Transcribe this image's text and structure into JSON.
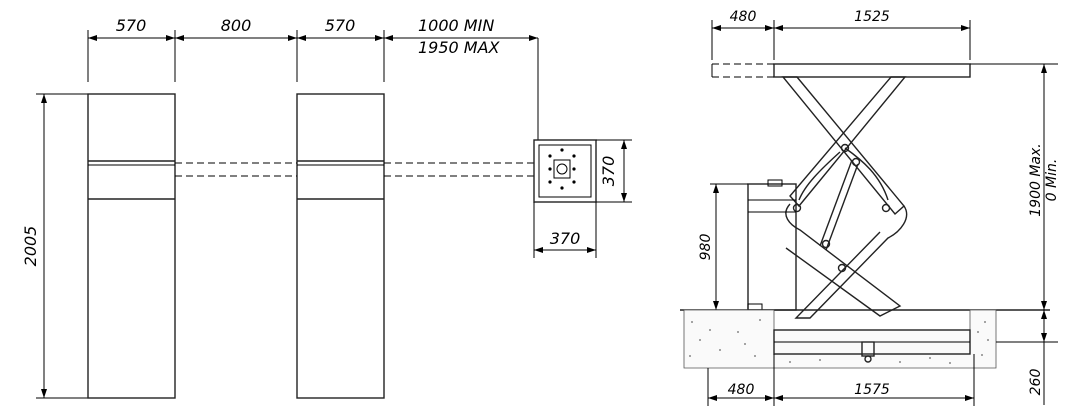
{
  "left_view": {
    "dim_column_width_left": "570",
    "dim_gap": "800",
    "dim_column_width_right": "570",
    "dim_range_min": "1000  MIN",
    "dim_range_max": "1950  MAX",
    "dim_height": "2005",
    "dim_panel_height": "370",
    "dim_panel_width": "370"
  },
  "right_view": {
    "dim_overhang_top": "480",
    "dim_platform_length": "1525",
    "dim_lift_max": "1900 Max.",
    "dim_lift_min": "0 Min.",
    "dim_column_height": "980",
    "dim_overhang_bottom": "480",
    "dim_base_length": "1575",
    "dim_pit_depth": "260"
  }
}
